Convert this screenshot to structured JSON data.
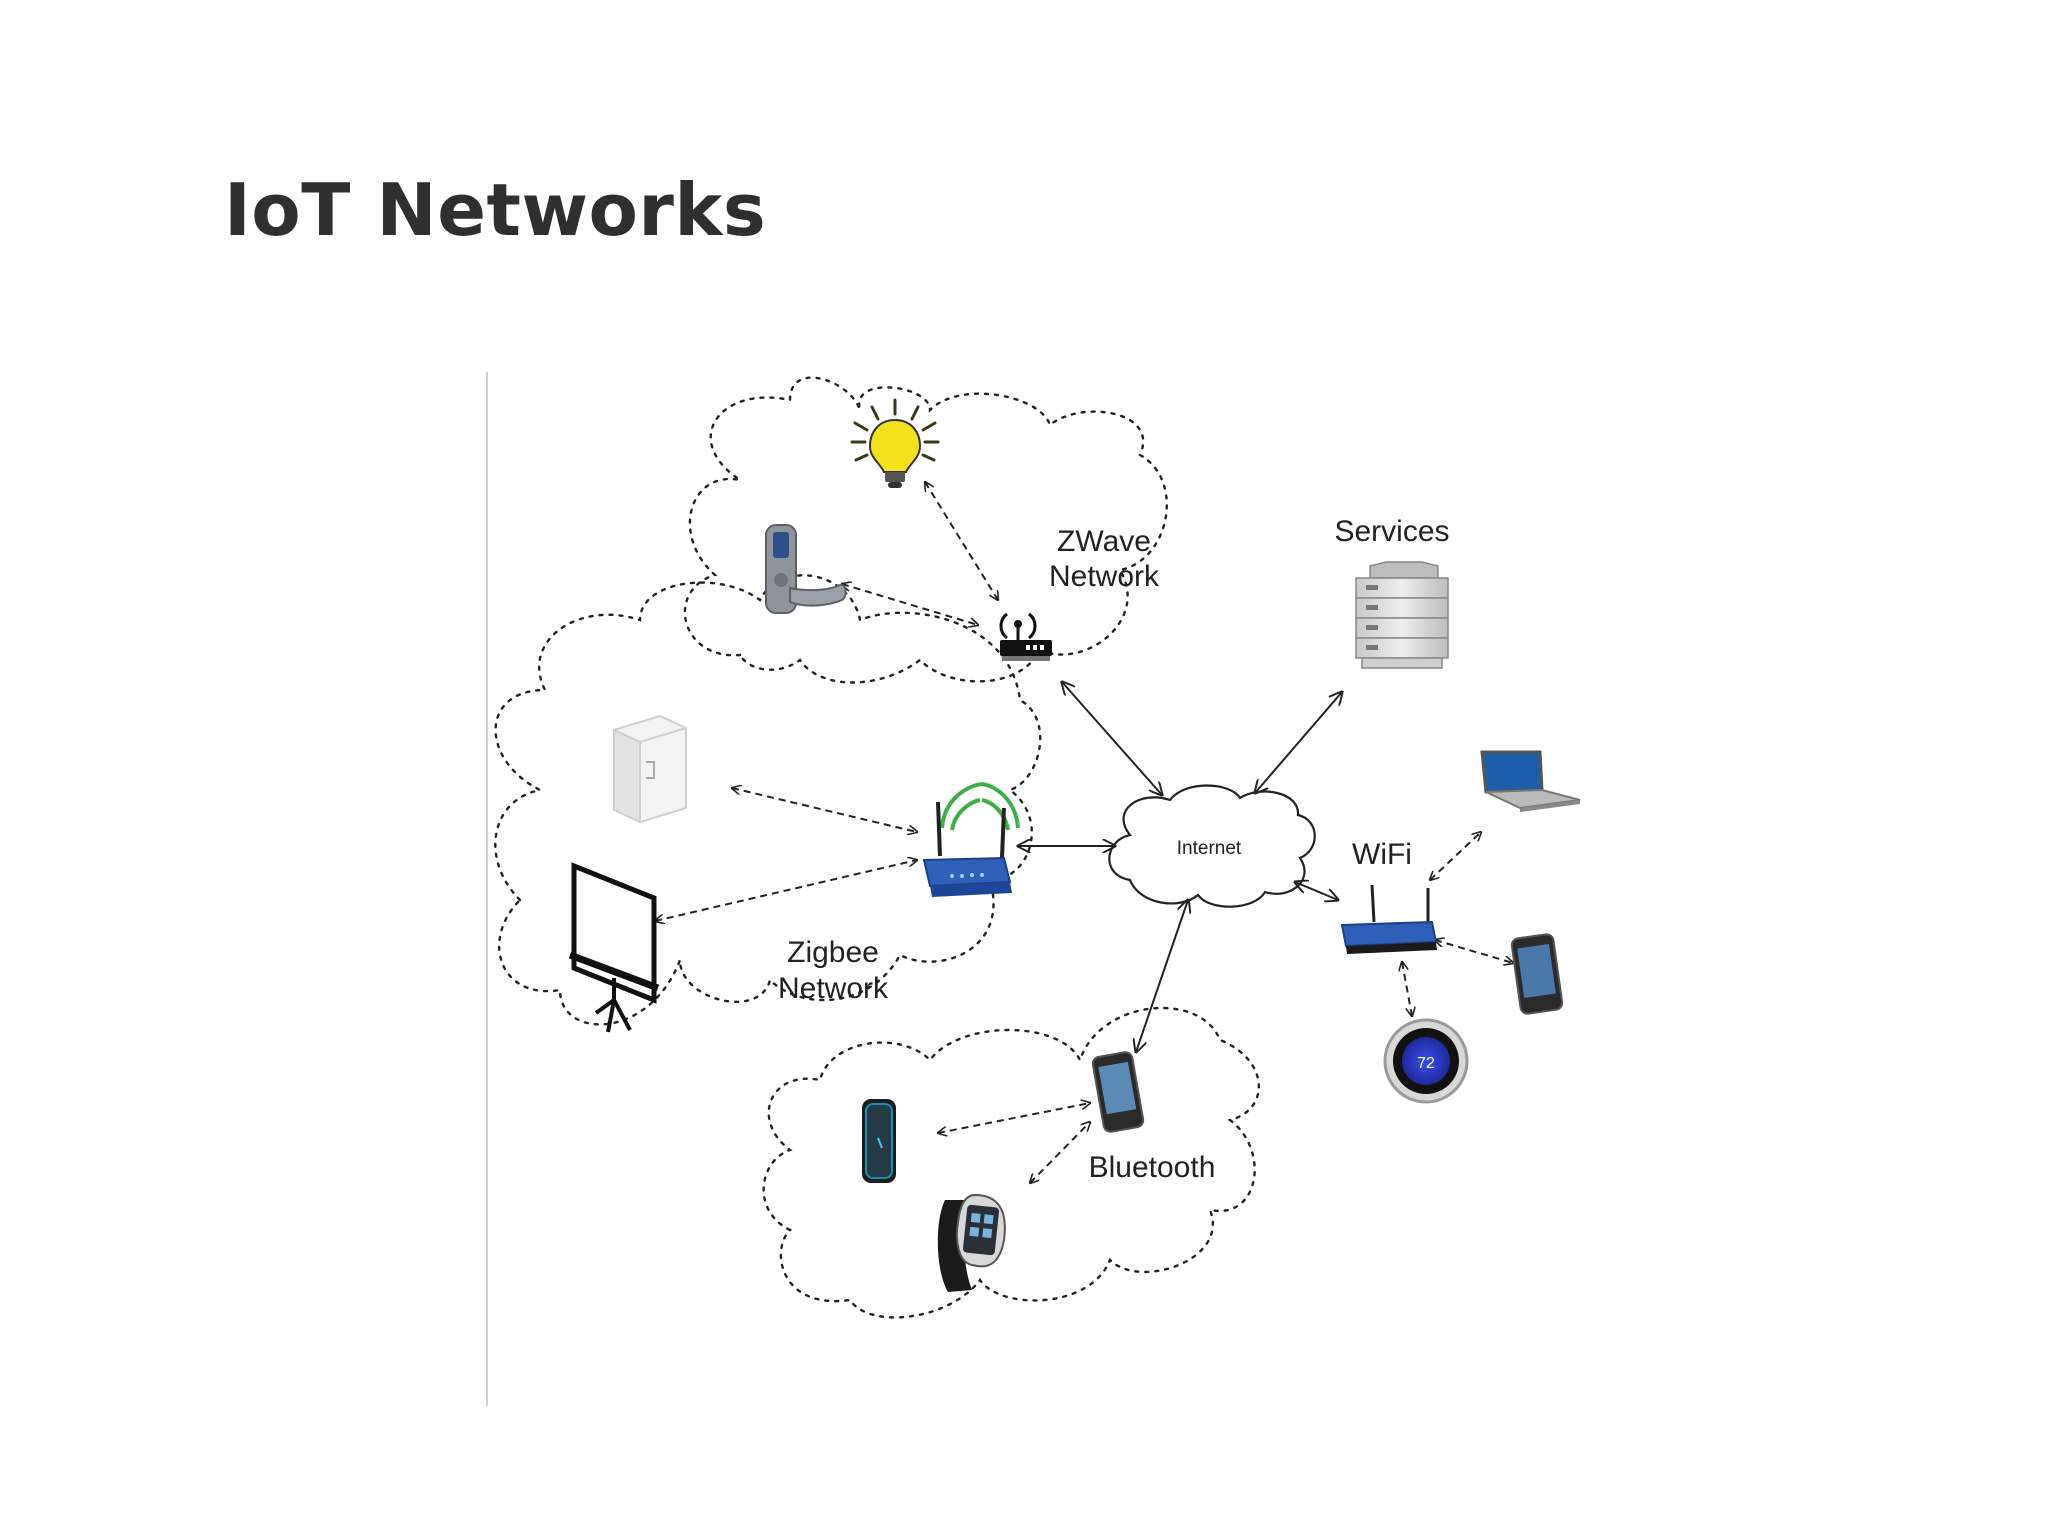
{
  "slide": {
    "title": "IoT Networks"
  },
  "diagram": {
    "labels": {
      "zwave_line1": "ZWave",
      "zwave_line2": "Network",
      "services": "Services",
      "internet": "Internet",
      "wifi": "WiFi",
      "zigbee_line1": "Zigbee",
      "zigbee_line2": "Network",
      "bluetooth": "Bluetooth",
      "thermostat_reading": "72"
    },
    "colors": {
      "router_blue": "#2f5fb8",
      "bulb_yellow": "#f4e11e",
      "signal_green": "#3fae49",
      "thermostat_blue": "#2e3fd6"
    }
  }
}
